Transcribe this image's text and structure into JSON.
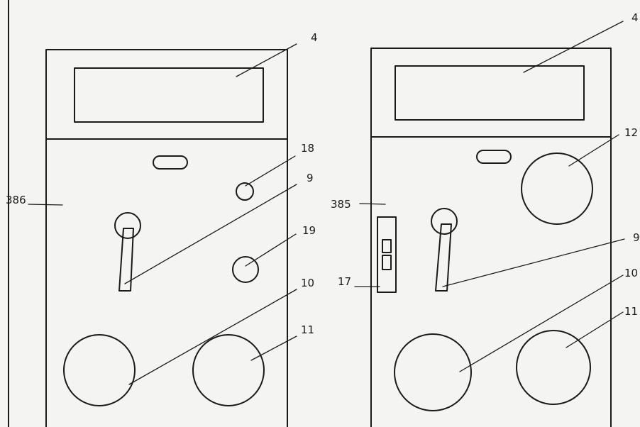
{
  "colors": {
    "ink": "#1a1a1a",
    "paper": "#f4f4f2"
  },
  "left_device": {
    "body_label": "386",
    "display_label": "4",
    "button_top_label": "18",
    "button_mid_label": "19",
    "lever_label": "9",
    "dial_left_label": "10",
    "dial_right_label": "11"
  },
  "right_device": {
    "body_label": "385",
    "display_label": "4",
    "large_dial_label": "12",
    "lever_label": "9",
    "slide_switch_label": "17",
    "dial_left_label": "10",
    "dial_right_label": "11"
  }
}
